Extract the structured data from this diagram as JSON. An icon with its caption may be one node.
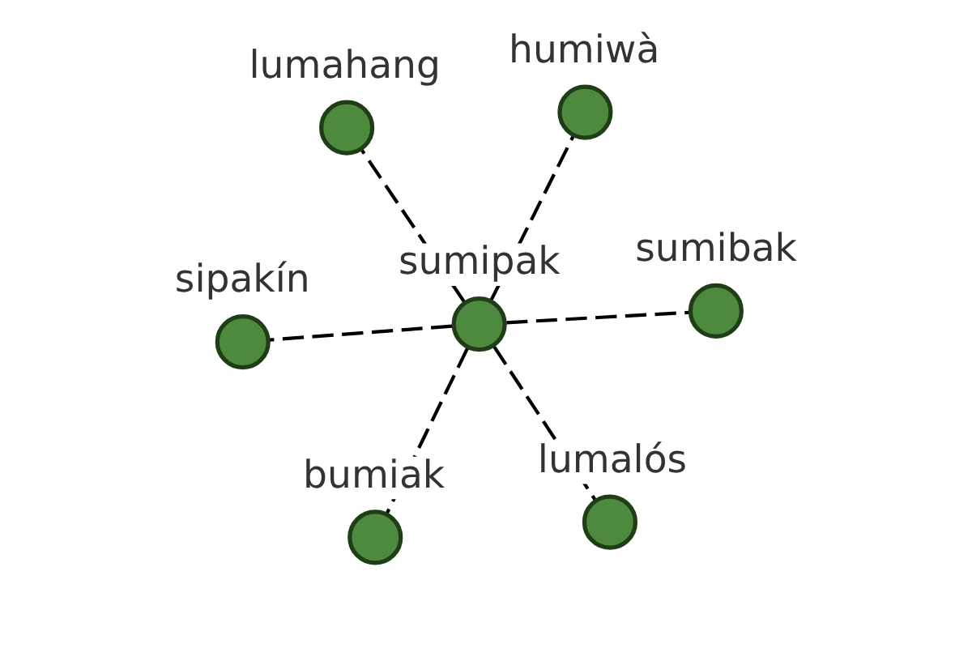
{
  "diagram": {
    "nodes": [
      {
        "text": [
          "lumahang"
        ]
      },
      {
        "text": [
          "bumiak"
        ]
      },
      {
        "text": [
          "sumibak"
        ]
      },
      {
        "text": [
          "sipakín"
        ]
      },
      {
        "text": [
          "sumipak"
        ]
      },
      {
        "text": [
          "lumalós"
        ]
      },
      {
        "text": [
          "humiwà"
        ]
      }
    ],
    "edges": [
      {
        "from": 4,
        "to": 0,
        "arrow": "none",
        "style": "dashed"
      },
      {
        "from": 4,
        "to": 1,
        "arrow": "none",
        "style": "dashed"
      },
      {
        "from": 4,
        "to": 2,
        "arrow": "none",
        "style": "dashed"
      },
      {
        "from": 4,
        "to": 3,
        "arrow": "none",
        "style": "dashed"
      },
      {
        "from": 4,
        "to": 5,
        "arrow": "none",
        "style": "dashed"
      },
      {
        "from": 4,
        "to": 6,
        "arrow": "none",
        "style": "dashed"
      }
    ]
  }
}
